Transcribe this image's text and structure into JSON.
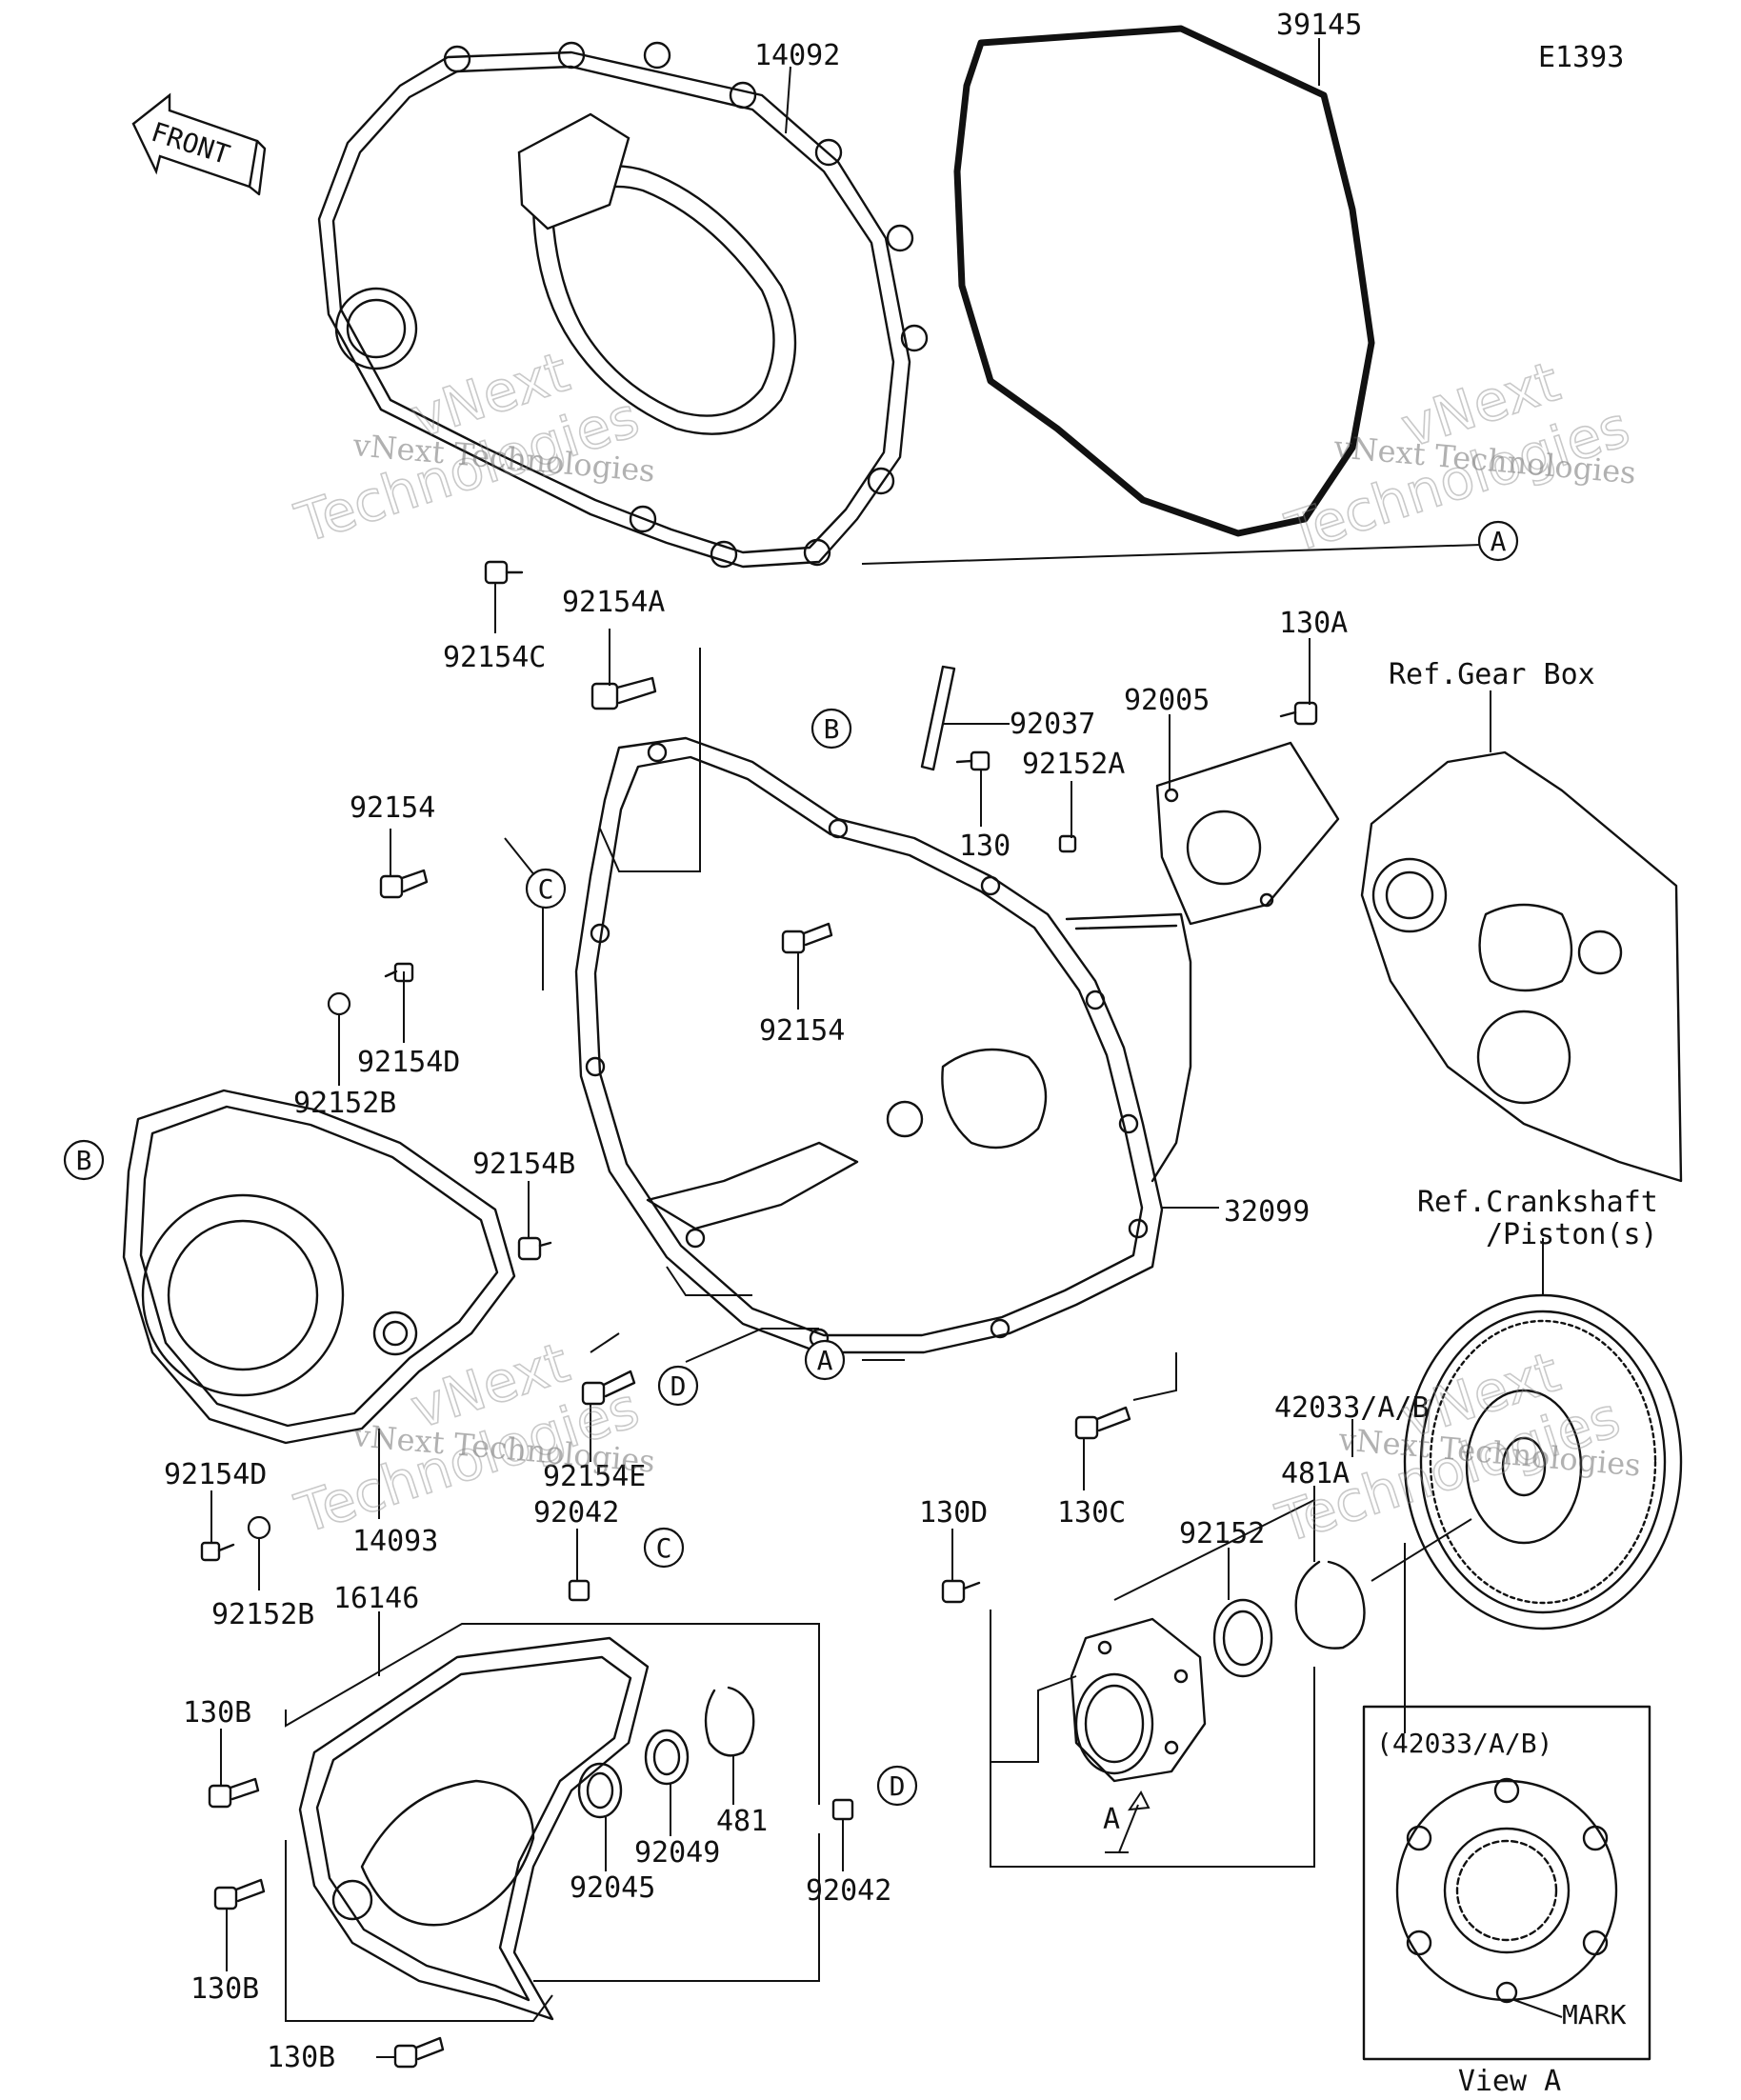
{
  "diagram_code": "E1393",
  "front_label": "FRONT",
  "parts": {
    "p14092": "14092",
    "p39145": "39145",
    "p92154C": "92154C",
    "p92154A": "92154A",
    "p92037": "92037",
    "p92005": "92005",
    "p130A": "130A",
    "p92152A": "92152A",
    "p130": "130",
    "p92154_1": "92154",
    "p92154_2": "92154",
    "p92154D_1": "92154D",
    "p92152B_1": "92152B",
    "p92154B": "92154B",
    "p32099": "32099",
    "p92154E": "92154E",
    "p130C": "130C",
    "p92154D_2": "92154D",
    "p14093": "14093",
    "p92152B_2": "92152B",
    "p92042_1": "92042",
    "p16146": "16146",
    "p130B_1": "130B",
    "p130B_2": "130B",
    "p130B_3": "130B",
    "p92045": "92045",
    "p92049": "92049",
    "p481": "481",
    "p92042_2": "92042",
    "p42033": "42033/A/B",
    "p481A": "481A",
    "p130D": "130D",
    "p92152": "92152"
  },
  "refs": {
    "gear_box": "Ref.Gear Box",
    "crankshaft_1": "Ref.Crankshaft",
    "crankshaft_2": "/Piston(s)"
  },
  "callouts": {
    "a1": "A",
    "a2": "A",
    "a3": "A",
    "b1": "B",
    "b2": "B",
    "c1": "C",
    "c2": "C",
    "d1": "D",
    "d2": "D"
  },
  "view_a": {
    "header": "(42033/A/B)",
    "mark": "MARK",
    "caption": "View A"
  },
  "watermark": {
    "line1": "vNext Technologies",
    "big1": "vNext",
    "big2": "Technologies"
  }
}
